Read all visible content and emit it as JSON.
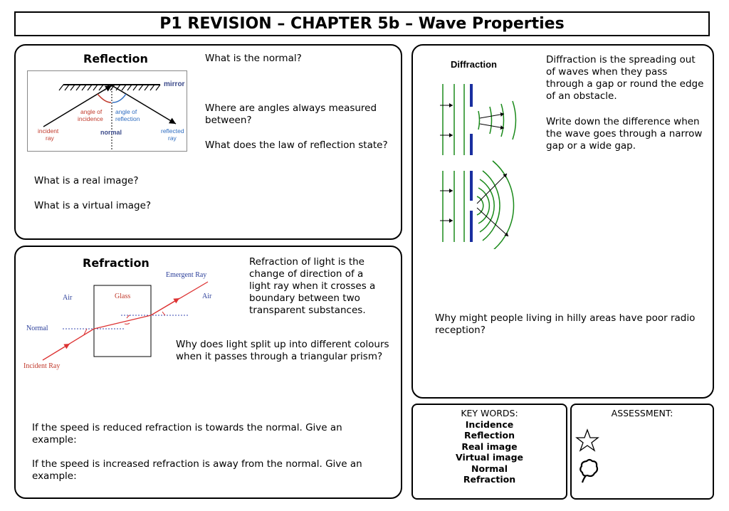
{
  "title": "P1 REVISION – CHAPTER 5b – Wave Properties",
  "reflection": {
    "heading": "Reflection",
    "q_normal": "What is the normal?",
    "q_angles": "Where are angles always measured between?",
    "q_law": "What does the law of reflection state?",
    "q_real": "What is a real image?",
    "q_virtual": "What is a virtual image?",
    "diagram": {
      "mirror": "mirror",
      "incidence": "angle of incidence",
      "reflection": "angle of reflection",
      "normal": "normal",
      "incident_ray": "incident ray",
      "reflected_ray": "reflected ray"
    }
  },
  "refraction": {
    "heading": "Refraction",
    "definition": "Refraction of light is the change of direction of a light ray when it crosses a boundary between two transparent substances.",
    "q_prism": "Why does light split up into different colours when it passes through a triangular prism?",
    "q_reduced": "If the speed is reduced refraction is towards the normal.  Give an example:",
    "q_increased": "If the speed is increased refraction is away from the normal.  Give an example:",
    "diagram": {
      "emergent": "Emergent Ray",
      "air_left": "Air",
      "glass": "Glass",
      "air_right": "Air",
      "normal": "Normal",
      "incident": "Incident Ray"
    }
  },
  "diffraction": {
    "heading": "Diffraction",
    "definition": "Diffraction is the spreading out of waves when they pass through a gap or round the edge of an obstacle.",
    "task": "Write down the difference when the wave goes through a narrow gap or a wide gap.",
    "q_radio": "Why might people living in hilly areas have poor radio reception?"
  },
  "keywords": {
    "heading": "KEY WORDS:",
    "items": [
      "Incidence",
      "Reflection",
      "Real image",
      "Virtual image",
      "Normal",
      "Refraction"
    ]
  },
  "assessment": {
    "heading": "ASSESSMENT:",
    "icons": [
      "star-icon",
      "thought-bubble-icon"
    ]
  }
}
